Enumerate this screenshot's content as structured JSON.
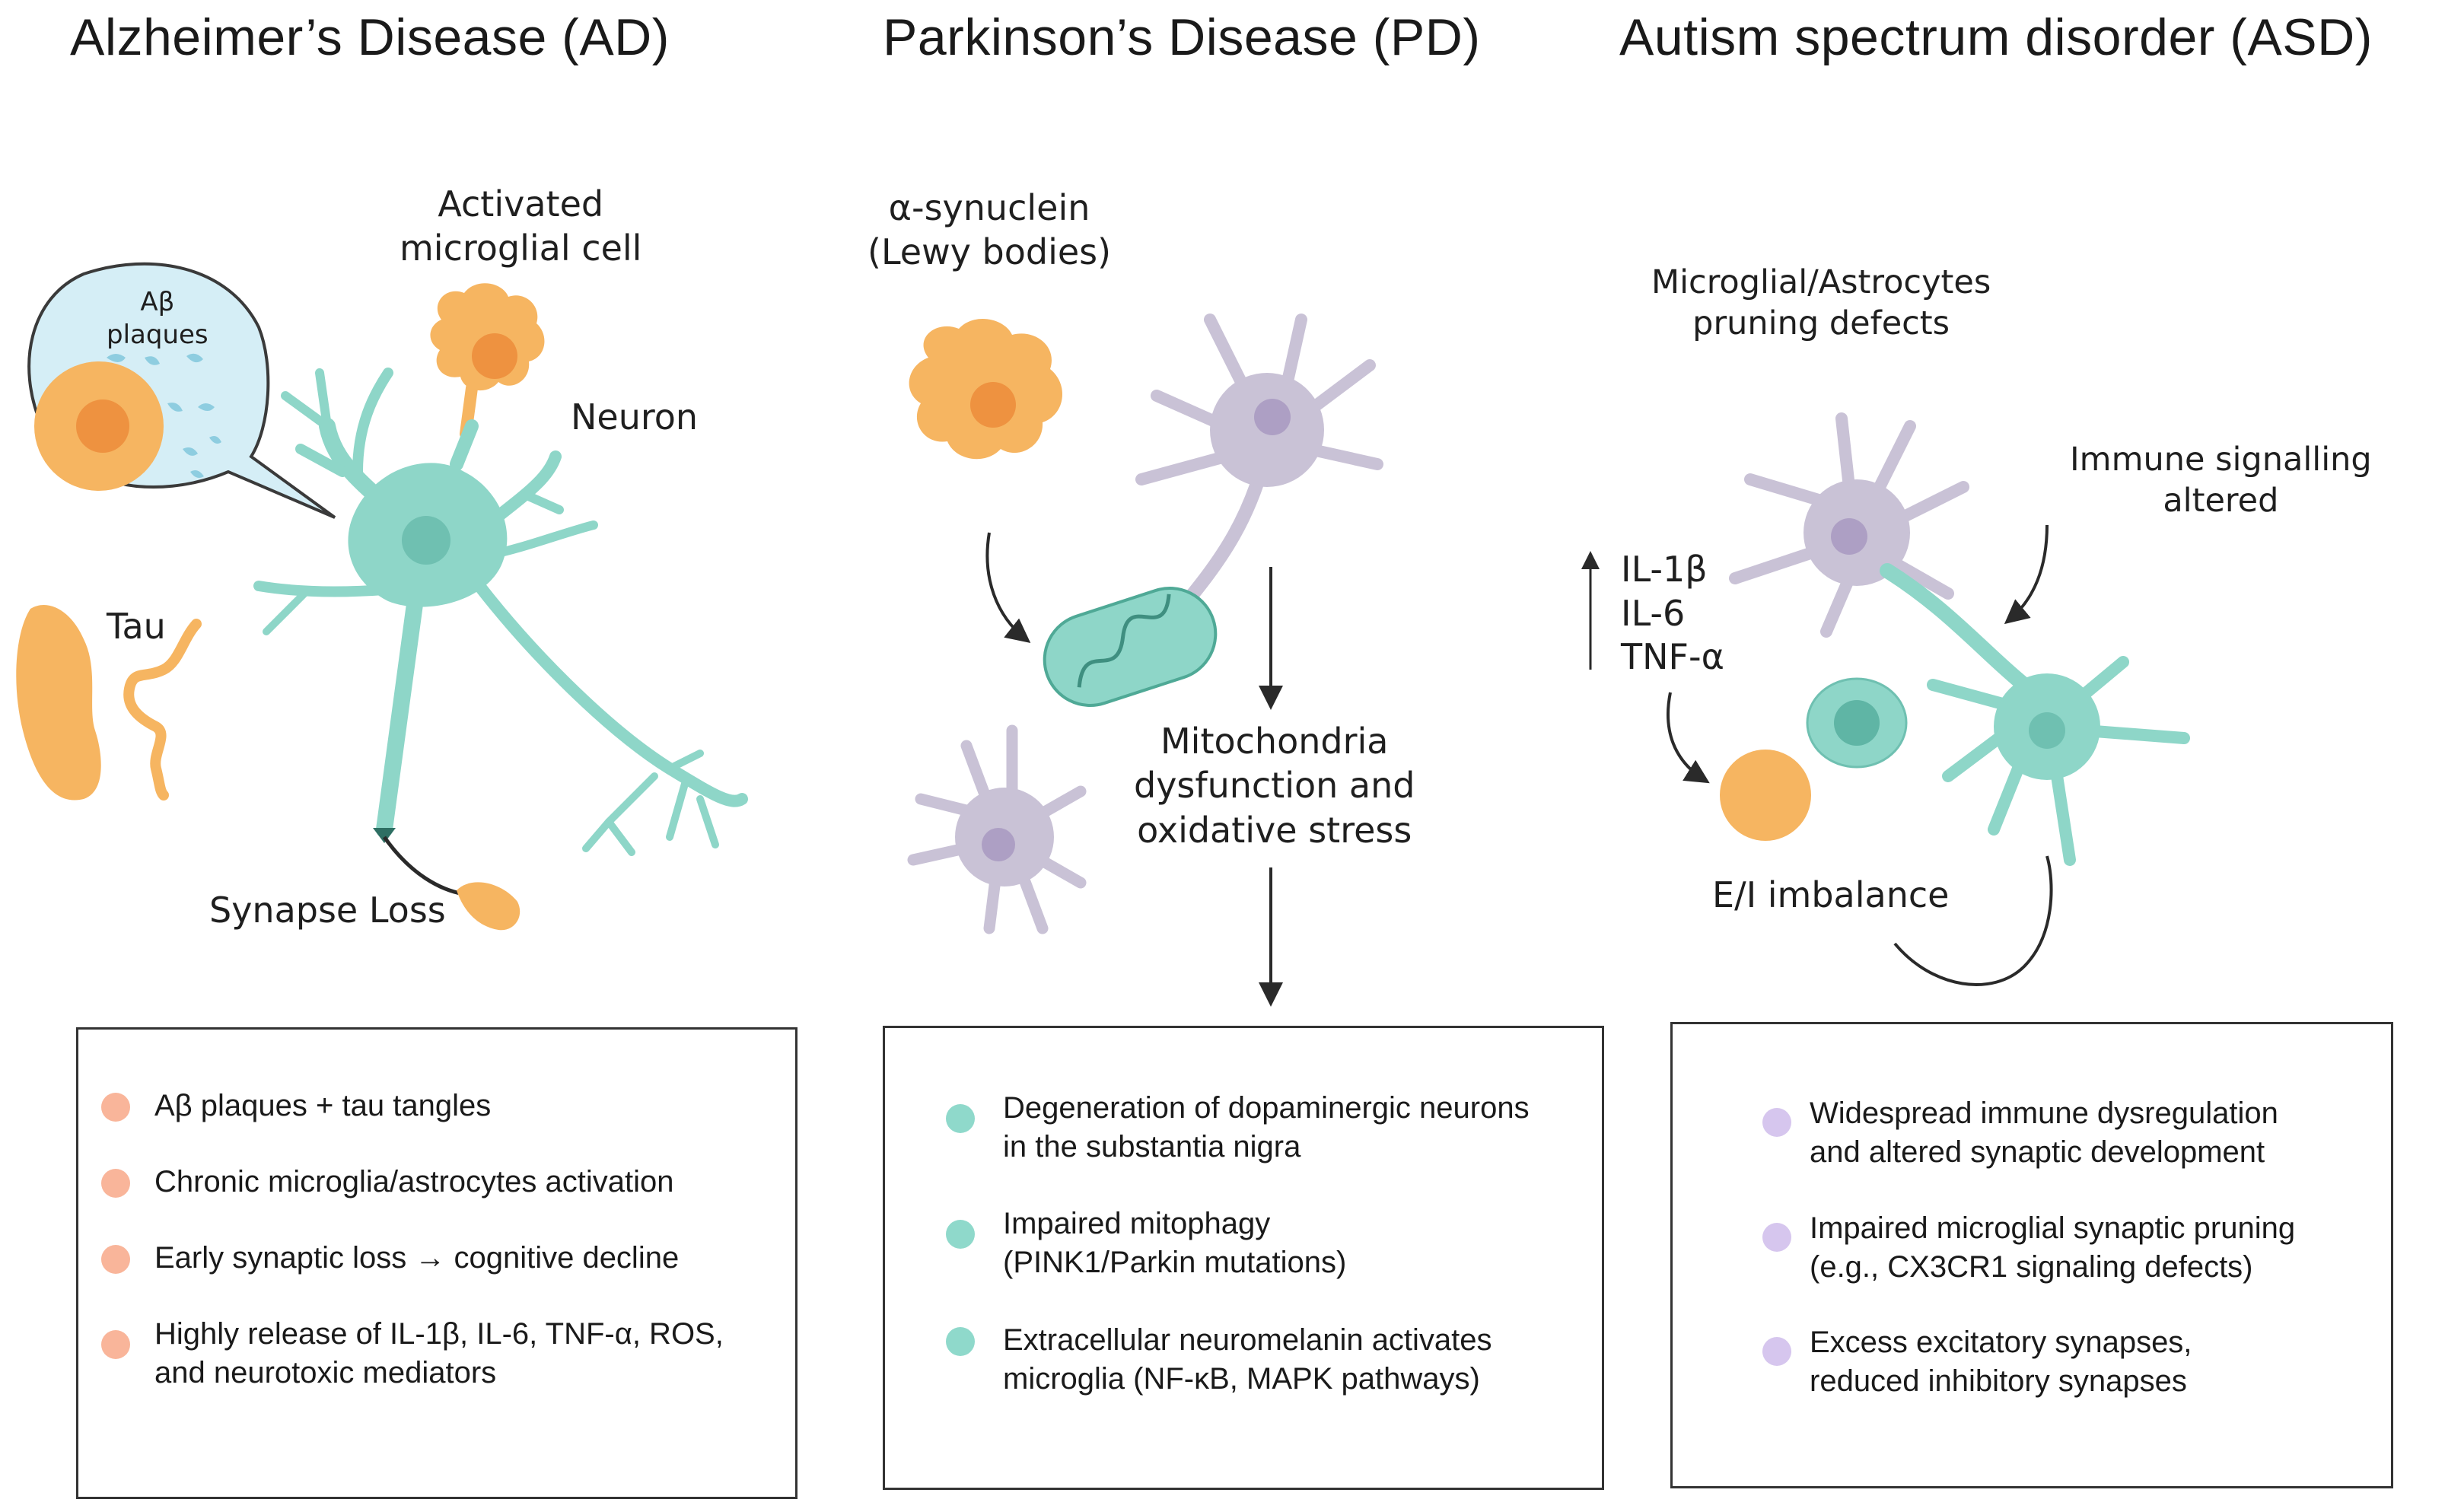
{
  "colors": {
    "neuron_teal": "#8ED6C8",
    "glia_purple": "#C9C2D6",
    "orange_cell": "#F6B561",
    "orange_core": "#EE9240",
    "bubble_blue": "#D5EEF6",
    "ad_dot": "#F9B59A",
    "pd_dot": "#8FD9CB",
    "asd_dot": "#D6C6EE",
    "arrow": "#2a2a2a"
  },
  "titles": {
    "ad": "Alzheimer’s Disease (AD)",
    "pd": "Parkinson’s Disease (PD)",
    "asd": "Autism spectrum disorder (ASD)"
  },
  "ad": {
    "label_activated": [
      "Activated",
      "microglial cell"
    ],
    "label_neuron": "Neuron",
    "label_abeta": [
      "Aβ",
      "plaques"
    ],
    "label_tau": "Tau",
    "label_synapse": "Synapse Loss",
    "bullets": [
      [
        "Aβ plaques + tau tangles"
      ],
      [
        "Chronic microglia/astrocytes activation"
      ],
      [
        "Early synaptic loss → cognitive decline"
      ],
      [
        "Highly release of IL-1β, IL-6, TNF-α, ROS,",
        "and neurotoxic mediators"
      ]
    ]
  },
  "pd": {
    "label_synuclein": [
      "α-synuclein",
      "(Lewy bodies)"
    ],
    "label_mito": [
      "Mitochondria",
      "dysfunction and",
      "oxidative stress"
    ],
    "bullets": [
      [
        "Degeneration of dopaminergic neurons",
        "in the substantia nigra"
      ],
      [
        "Impaired mitophagy",
        "(PINK1/Parkin mutations)"
      ],
      [
        "Extracellular neuromelanin activates",
        "microglia  (NF-κB, MAPK pathways)"
      ]
    ]
  },
  "asd": {
    "label_pruning": [
      "Microglial/Astrocytes",
      "pruning defects"
    ],
    "label_immune": [
      "Immune signalling",
      "altered"
    ],
    "label_cytokines": [
      "IL-1β",
      "IL-6",
      "TNF-α"
    ],
    "label_ei": "E/I imbalance",
    "bullets": [
      [
        "Widespread immune dysregulation",
        "and altered synaptic development"
      ],
      [
        "Impaired microglial synaptic pruning",
        "(e.g., CX3CR1 signaling defects)"
      ],
      [
        "Excess excitatory synapses,",
        "reduced inhibitory synapses"
      ]
    ]
  }
}
